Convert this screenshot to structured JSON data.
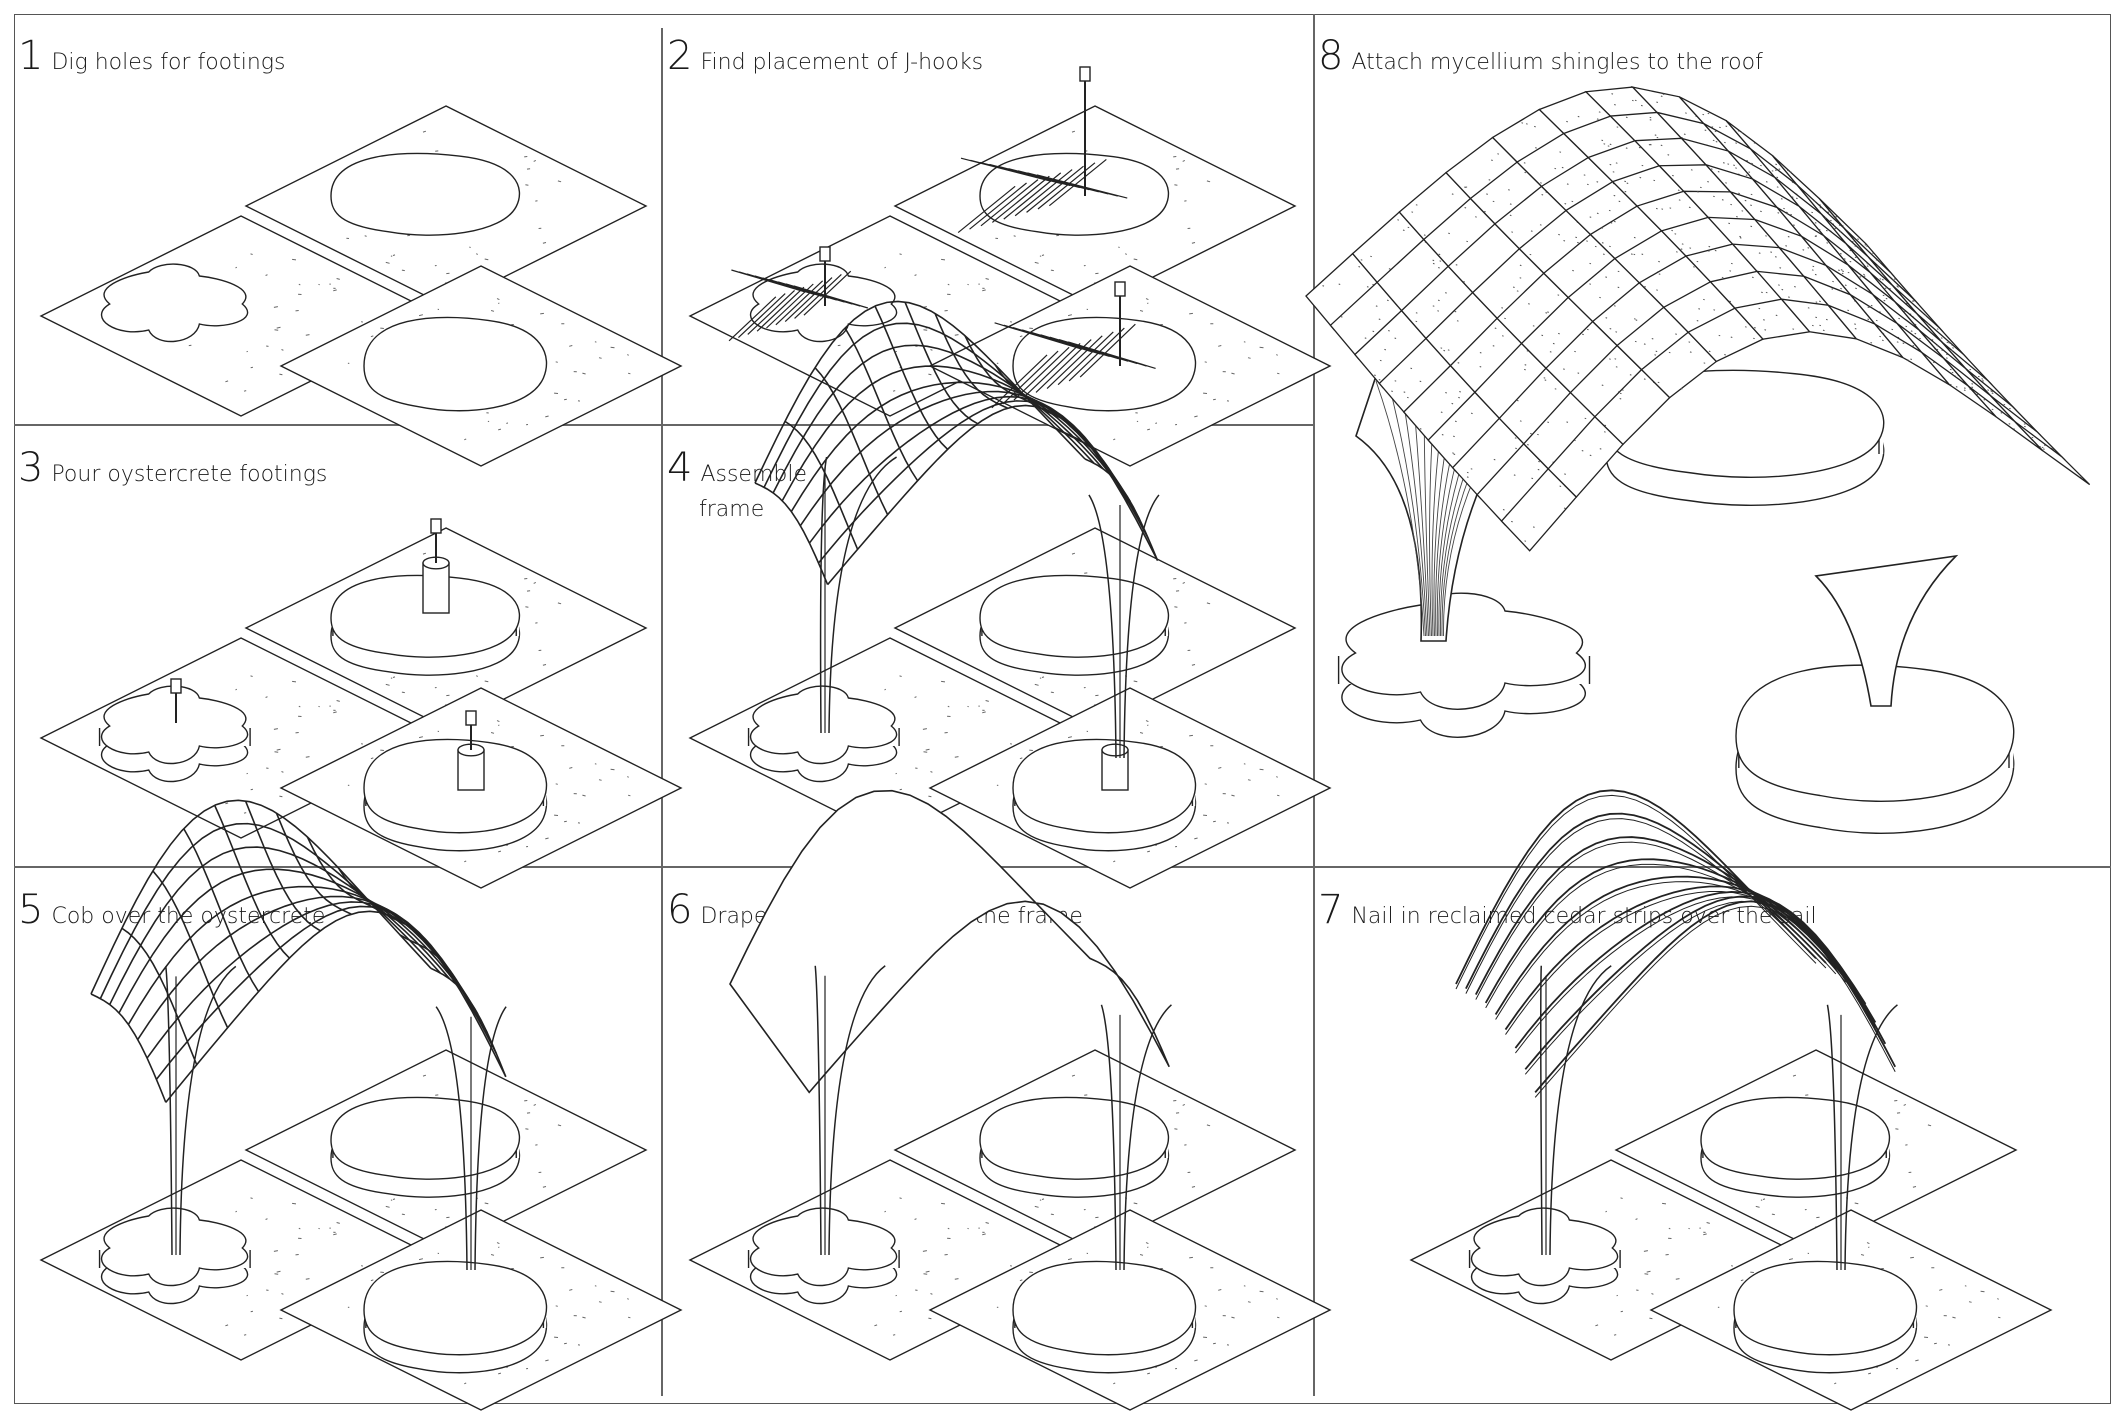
{
  "steps": [
    {
      "number": "1",
      "label": "Dig holes for footings"
    },
    {
      "number": "2",
      "label": "Find placement of J-hooks"
    },
    {
      "number": "3",
      "label": "Pour oystercrete footings"
    },
    {
      "number": "4",
      "label": "Assemble",
      "label_line2": "frame"
    },
    {
      "number": "5",
      "label": "Cob over the oystercrete"
    },
    {
      "number": "6",
      "label": "Drape recycled sail over the frame"
    },
    {
      "number": "7",
      "label": "Nail in reclaimed cedar strips over the sail"
    },
    {
      "number": "8",
      "label": "Attach mycellium shingles to the roof"
    }
  ],
  "colors": {
    "line": "#222222",
    "border": "#555555",
    "background": "#ffffff"
  }
}
